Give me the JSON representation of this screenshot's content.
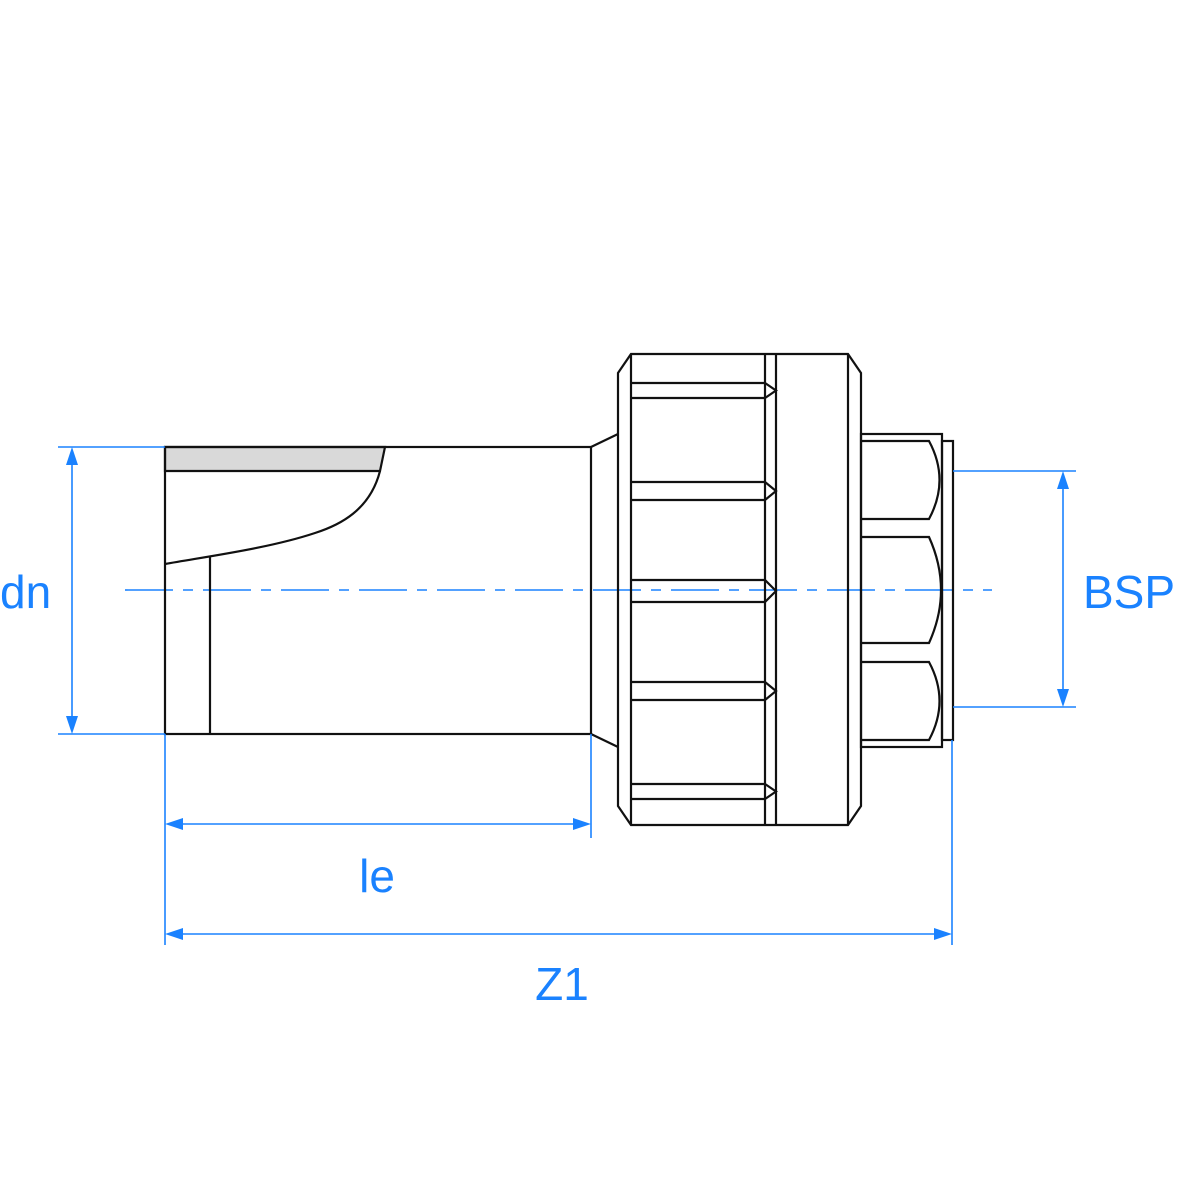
{
  "labels": {
    "dn": "dn",
    "le": "le",
    "z1": "Z1",
    "bsp": "BSP"
  },
  "colors": {
    "dimension": "#1a82ff",
    "outline": "#111111",
    "section_fill": "#d9d9d9"
  }
}
